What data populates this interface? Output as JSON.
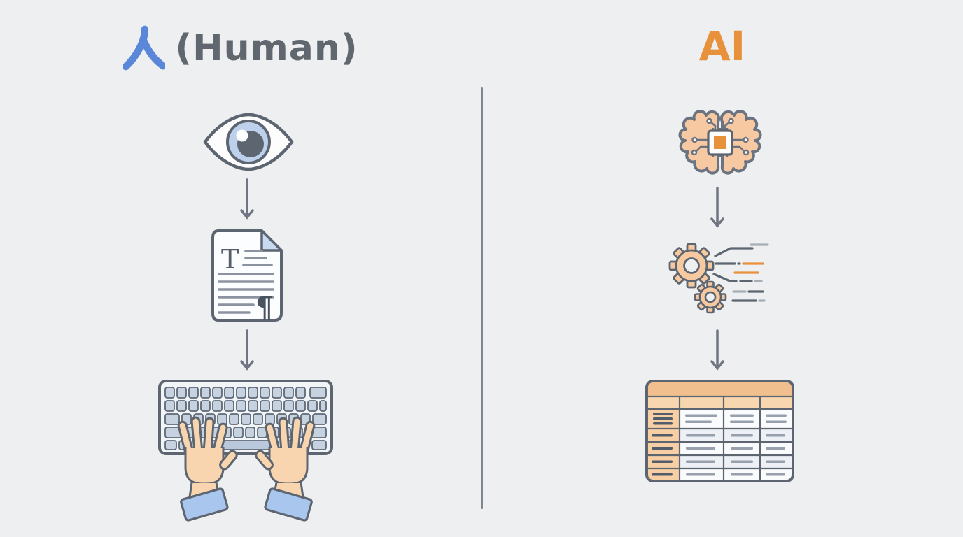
{
  "page": {
    "background_color": "#edeff1",
    "divider_color": "#7f868f"
  },
  "palette": {
    "outline_gray": "#5d6570",
    "text_gray": "#60676f",
    "arrow_gray": "#6f7681",
    "human_blue": "#5b87d9",
    "ai_orange": "#e8913c",
    "peach_fill": "#f6c9a0",
    "light_blue": "#bed1ec",
    "cuff_blue": "#a9c7ee",
    "skin": "#f8d5ae",
    "key_fill": "#c6d2e0"
  },
  "left_column": {
    "title": {
      "symbol": "人",
      "label": "(Human)"
    },
    "icons": [
      "eye-icon",
      "down-arrow-icon",
      "text-document-icon",
      "down-arrow-icon",
      "keyboard-typing-hands-icon"
    ],
    "document": {
      "letter": "T",
      "pilcrow": "¶"
    }
  },
  "right_column": {
    "title": {
      "label": "AI"
    },
    "icons": [
      "ai-brain-chip-icon",
      "down-arrow-icon",
      "gears-processing-icon",
      "down-arrow-icon",
      "data-table-icon"
    ]
  }
}
